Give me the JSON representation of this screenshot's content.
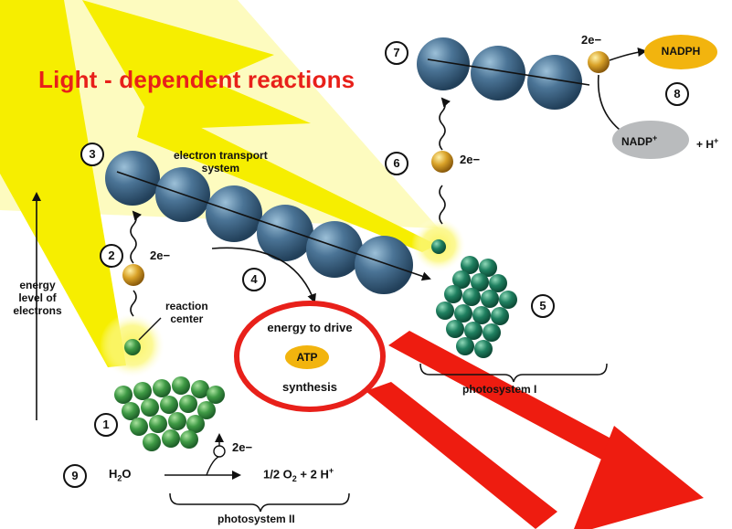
{
  "title": "Light - dependent reactions",
  "labels": {
    "ets_line1": "electron transport",
    "ets_line2": "system",
    "two_e_a": "2e−",
    "two_e_b": "2e−",
    "two_e_c": "2e−",
    "two_e_d": "2e−",
    "reaction_center_line1": "reaction",
    "reaction_center_line2": "center",
    "energy_line1": "energy",
    "energy_line2": "level of",
    "energy_line3": "electrons",
    "drive_line1": "energy to drive",
    "atp": "ATP",
    "drive_line2": "synthesis",
    "nadph": "NADPH",
    "nadp": "NADP",
    "nadp_sup": "+",
    "plus_h": "+ H",
    "plus_h_sup": "+",
    "h2o_h": "H",
    "h2o_sub": "2",
    "h2o_o": "O",
    "products_a": "1/2 O",
    "products_sub": "2",
    "products_b": " + 2 H",
    "products_sup": "+",
    "photosystem_1": "photosystem I",
    "photosystem_2": "photosystem II"
  },
  "steps": [
    "1",
    "2",
    "3",
    "4",
    "5",
    "6",
    "7",
    "8",
    "9"
  ],
  "colors": {
    "light": "#f6ee00",
    "title_red": "#e8201a",
    "arrow_red": "#ee1c10",
    "protein_blue": "#3d6585",
    "pigment_green": "#2a8a3c",
    "electron_gold": "#d9a228",
    "nadph_fill": "#f2b40e",
    "nadp_fill": "#b9bbbd"
  }
}
